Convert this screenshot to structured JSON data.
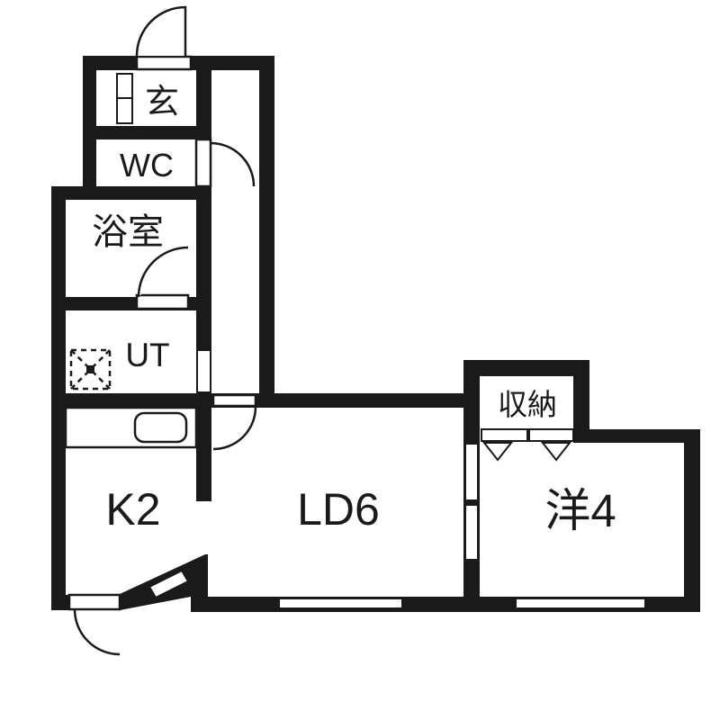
{
  "plan": {
    "background_color": "#ffffff",
    "wall_color": "#1a1a1a",
    "rooms": [
      {
        "id": "genkan",
        "label": "玄"
      },
      {
        "id": "wc",
        "label": "WC"
      },
      {
        "id": "bathroom",
        "label": "浴室"
      },
      {
        "id": "utility",
        "label": "UT"
      },
      {
        "id": "kitchen",
        "label": "K2"
      },
      {
        "id": "living_dining",
        "label": "LD6"
      },
      {
        "id": "storage",
        "label": "収納"
      },
      {
        "id": "western_room",
        "label": "洋4"
      }
    ]
  }
}
